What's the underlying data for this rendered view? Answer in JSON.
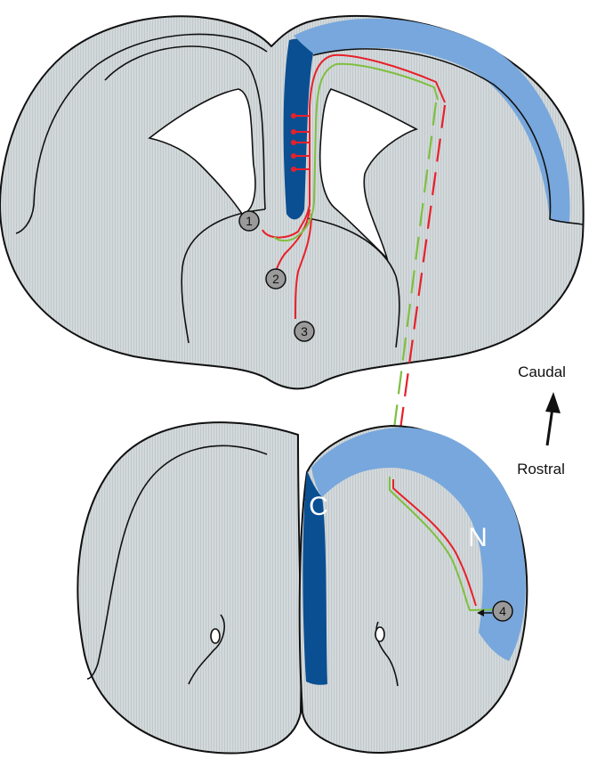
{
  "colors": {
    "tissue": "#d3d9db",
    "stripe": "#c2c9cc",
    "nucleus_light": "#77a7dc",
    "nucleus_dark": "#0b4f93",
    "axon_red": "#e8202a",
    "axon_green": "#7fbf3f",
    "outline": "#111111"
  },
  "regions": {
    "caudal_nucleus_letter": "C",
    "rostral_nucleus_letter": "N"
  },
  "markers": [
    "1",
    "2",
    "3",
    "4"
  ],
  "orientation": {
    "top_label": "Caudal",
    "bottom_label": "Rostral"
  }
}
